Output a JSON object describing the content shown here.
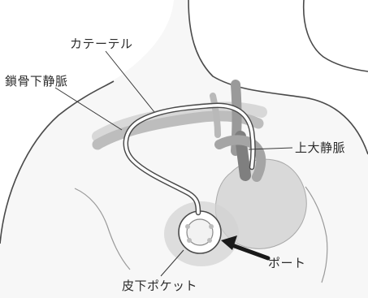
{
  "labels": {
    "catheter": "カテーテル",
    "subclavian_vein": "鎖骨下静脈",
    "superior_vena_cava": "上大静脈",
    "port": "ポート",
    "subcutaneous_pocket": "皮下ポケット"
  },
  "colors": {
    "outline": "#4a4a4a",
    "body_shade": "#ececec",
    "heart": "#d9d9d9",
    "vessel": "#b8b8b8",
    "vessel_dark": "#8f8f8f",
    "catheter_fill": "#ffffff",
    "pocket": "#d2d2d2",
    "arrow": "#1a1a1a"
  }
}
